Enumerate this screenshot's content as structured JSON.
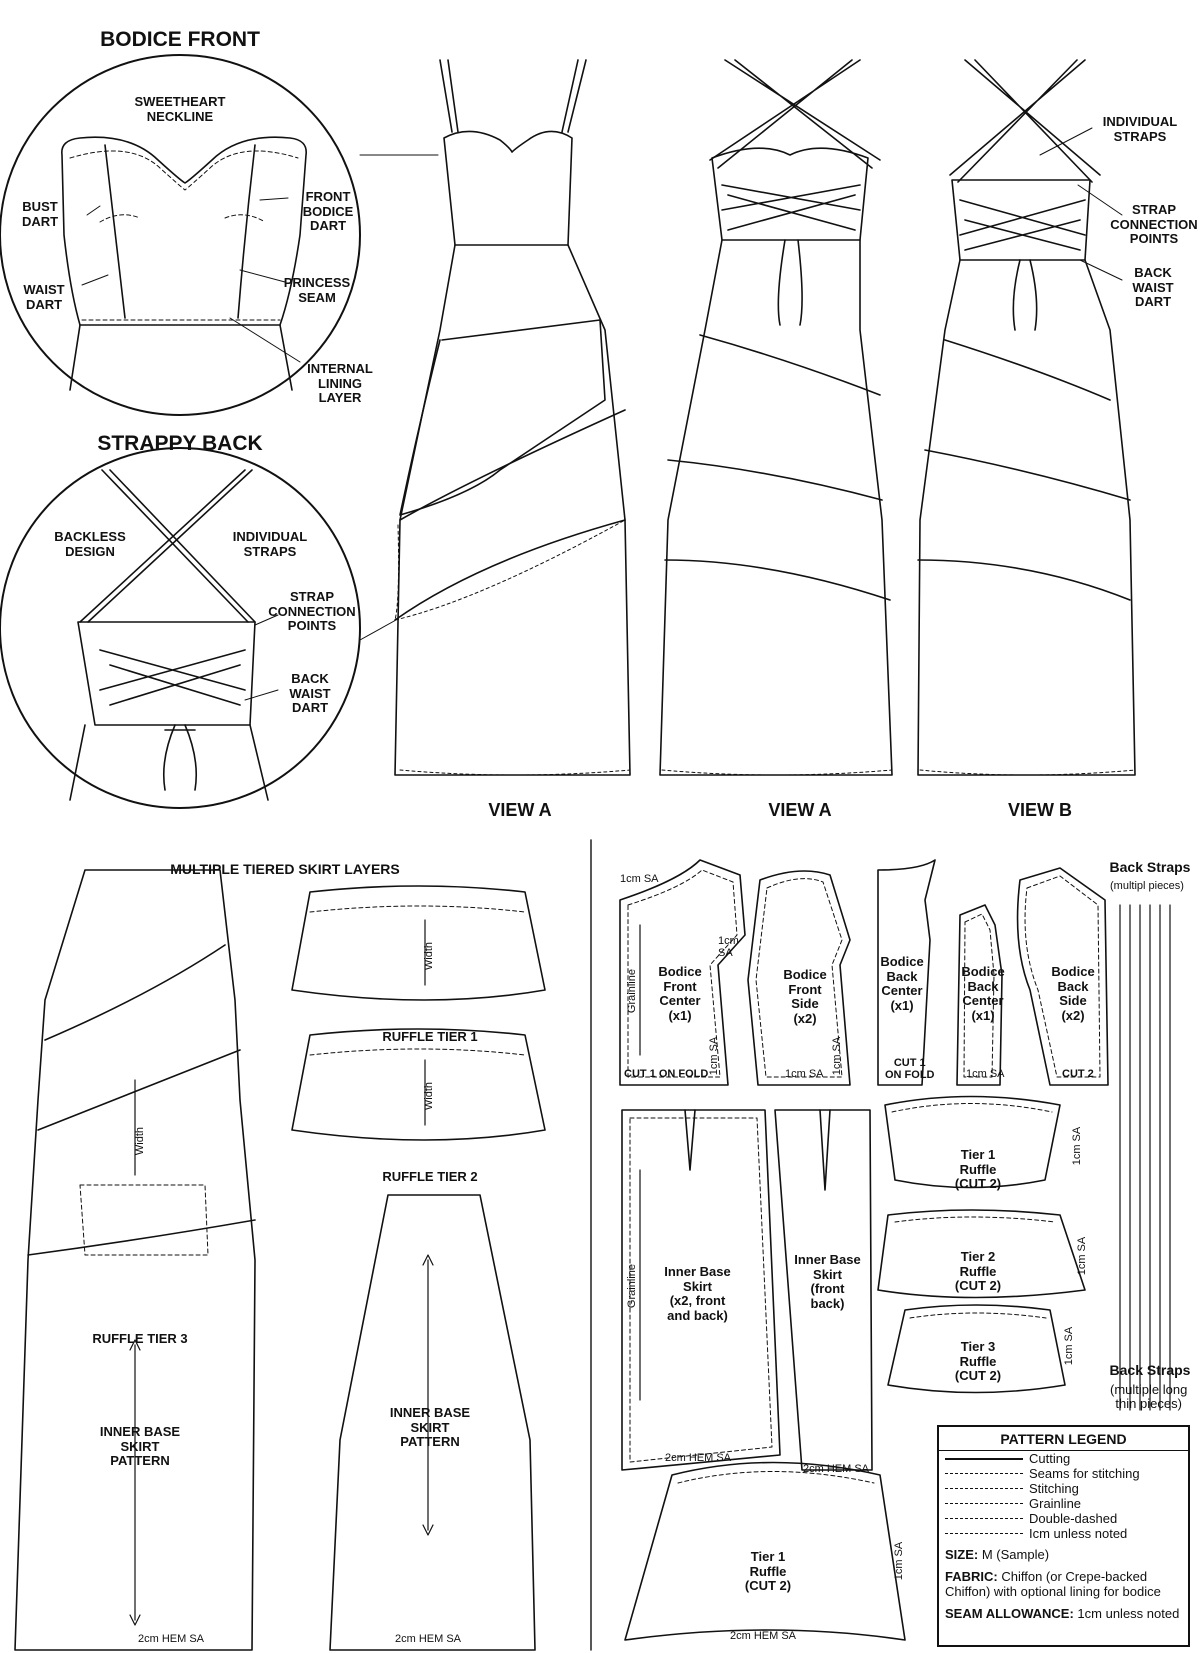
{
  "bodice_front": {
    "title": "BODICE FRONT",
    "labels": {
      "sweetheart": "SWEETHEART\nNECKLINE",
      "bust_dart": "BUST\nDART",
      "front_bodice_dart": "FRONT\nBODICE\nDART",
      "waist_dart": "WAIST\nDART",
      "princess_seam": "PRINCESS\nSEAM",
      "internal_lining": "INTERNAL\nLINING\nLAYER"
    }
  },
  "strappy_back": {
    "title": "STRAPPY BACK",
    "labels": {
      "backless": "BACKLESS\nDESIGN",
      "individual_straps": "INDIVIDUAL\nSTRAPS",
      "strap_points": "STRAP\nCONNECTION\nPOINTS",
      "back_waist_dart": "BACK\nWAIST\nDART"
    }
  },
  "views": {
    "view_a_front": "VIEW A",
    "view_a_back": "VIEW A",
    "view_b": "VIEW B",
    "labels": {
      "individual_straps": "INDIVIDUAL\nSTRAPS",
      "strap_points": "STRAP\nCONNECTION\nPOINTS",
      "back_waist_dart": "BACK\nWAIST\nDART"
    }
  },
  "skirt": {
    "title": "MULTIPLE TIERED SKIRT LAYERS",
    "ruffle_tier_1": "RUFFLE TIER 1",
    "ruffle_tier_2": "RUFFLE TIER 2",
    "ruffle_tier_3": "RUFFLE TIER 3",
    "inner_base_left": "INNER BASE\nSKIRT\nPATTERN",
    "inner_base_right": "INNER BASE\nSKIRT\nPATTERN",
    "width": "Width",
    "hem_left": "2cm HEM SA",
    "hem_right": "2cm HEM SA"
  },
  "pieces": {
    "bodice_front_center": "Bodice\nFront\nCenter\n(x1)",
    "bodice_front_side": "Bodice\nFront\nSide\n(x2)",
    "bodice_back_center_1": "Bodice\nBack\nCenter\n(x1)",
    "bodice_back_center_2": "Bodice\nBack\nCenter\n(x1)",
    "bodice_back_side": "Bodice\nBack\nSide\n(x2)",
    "inner_base_front_back": "Inner Base\nSkirt\n(x2, front\nand back)",
    "inner_base_front": "Inner Base\nSkirt\n(front\nback)",
    "tier1_ruffle": "Tier 1\nRuffle\n(CUT 2)",
    "tier2_ruffle": "Tier 2\nRuffle\n(CUT 2)",
    "tier3_ruffle": "Tier 3\nRuffle\n(CUT 2)",
    "tier1_ruffle_bottom": "Tier 1\nRuffle\n(CUT 2)",
    "cut_1_on_fold": "CUT 1 ON FOLD",
    "cut_1_on_fold_2": "CUT 1\nON FOLD",
    "cut_2": "CUT 2",
    "sa_1cm_a": "1cm SA",
    "sa_1cm_b": "1cm\nSA",
    "sa_1cm_c": "1cm SA",
    "sa_1cm_d": "1cm SA",
    "sa_1cm_e": "1cm SA",
    "sa_1cm_f": "1cm SA",
    "sa_1cm_g": "1cm SA",
    "sa_1cm_h": "1cm SA",
    "sa_1cm_i": "1cm SA",
    "sa_1cm_j": "1cm SA",
    "grainline_1": "Grainline",
    "grainline_2": "Grainline",
    "hem_a": "2cm HEM SA",
    "hem_b": "2cm HEM SA",
    "hem_c": "2cm HEM SA",
    "back_straps_top": "Back Straps",
    "back_straps_top_note": "(multipl pieces)",
    "back_straps_bottom": "Back Straps",
    "back_straps_bottom_note": "(multiple long\nthin pieces)"
  },
  "legend": {
    "title": "PATTERN LEGEND",
    "items": [
      "Cutting",
      "Seams for stitching",
      "Stitching",
      "Grainline",
      "Double-dashed",
      "Icm unless noted"
    ],
    "size_label": "SIZE:",
    "size_value": "M (Sample)",
    "fabric_label": "FABRIC:",
    "fabric_value": "Chiffon (or Crepe-backed\nChiffon) with optional lining for bodice",
    "seam_label": "SEAM ALLOWANCE:",
    "seam_value": "1cm unless noted"
  }
}
